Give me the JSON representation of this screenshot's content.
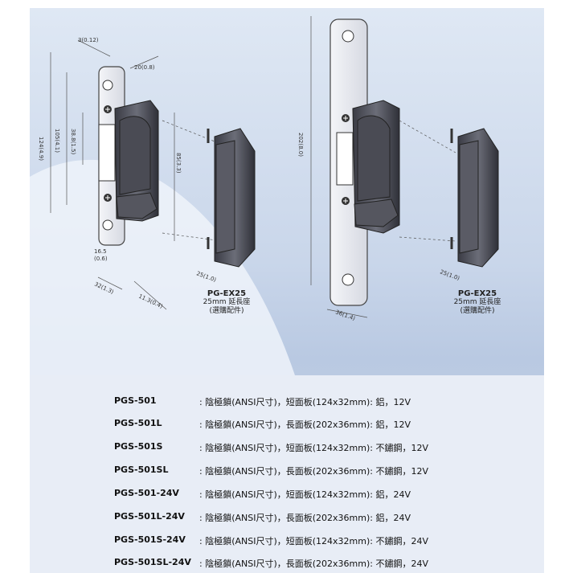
{
  "dimensions": {
    "d1": "3(0.12)",
    "d2": "20(0.8)",
    "d3": "124(4.9)",
    "d4": "105(4.1)",
    "d5": "38.8(1.5)",
    "d6": "85(3.3)",
    "d7": "16.5",
    "d8": "(0.6)",
    "d9": "32(1.3)",
    "d10": "11.3(0.4)",
    "d11": "25(1.0)",
    "d12": "202(8.0)",
    "d13": "36(1.4)",
    "d14": "25(1.0)"
  },
  "captions": [
    {
      "model": "PG-EX25",
      "line1": "25mm 延長座",
      "line2": "(選購配件)"
    },
    {
      "model": "PG-EX25",
      "line1": "25mm 延長座",
      "line2": "(選購配件)"
    }
  ],
  "specs": [
    {
      "model": "PGS-501",
      "desc": ": 陰極鎖(ANSI尺寸)，短面板(124x32mm): 鋁，12V"
    },
    {
      "model": "PGS-501L",
      "desc": ": 陰極鎖(ANSI尺寸)，長面板(202x36mm): 鋁，12V"
    },
    {
      "model": "PGS-501S",
      "desc": ": 陰極鎖(ANSI尺寸)，短面板(124x32mm): 不鏽鋼，12V"
    },
    {
      "model": "PGS-501SL",
      "desc": ": 陰極鎖(ANSI尺寸)，長面板(202x36mm): 不鏽鋼，12V"
    },
    {
      "model": "PGS-501-24V",
      "desc": ": 陰極鎖(ANSI尺寸)，短面板(124x32mm): 鋁，24V"
    },
    {
      "model": "PGS-501L-24V",
      "desc": ": 陰極鎖(ANSI尺寸)，長面板(202x36mm): 鋁，24V"
    },
    {
      "model": "PGS-501S-24V",
      "desc": ": 陰極鎖(ANSI尺寸)，短面板(124x32mm): 不鏽鋼，24V"
    },
    {
      "model": "PGS-501SL-24V",
      "desc": ": 陰極鎖(ANSI尺寸)，長面板(202x36mm): 不鏽鋼，24V"
    }
  ]
}
